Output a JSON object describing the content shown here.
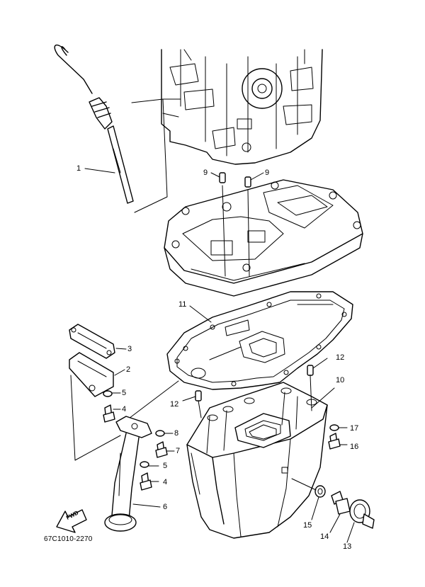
{
  "diagram": {
    "drawing_code": "67C1010-2270",
    "fwd_label": "FWD",
    "callouts": [
      {
        "id": "c1",
        "text": "1"
      },
      {
        "id": "c2",
        "text": "2"
      },
      {
        "id": "c3",
        "text": "3"
      },
      {
        "id": "c4a",
        "text": "4"
      },
      {
        "id": "c4b",
        "text": "4"
      },
      {
        "id": "c5a",
        "text": "5"
      },
      {
        "id": "c5b",
        "text": "5"
      },
      {
        "id": "c6",
        "text": "6"
      },
      {
        "id": "c7",
        "text": "7"
      },
      {
        "id": "c8",
        "text": "8"
      },
      {
        "id": "c9a",
        "text": "9"
      },
      {
        "id": "c9b",
        "text": "9"
      },
      {
        "id": "c10",
        "text": "10"
      },
      {
        "id": "c11",
        "text": "11"
      },
      {
        "id": "c12a",
        "text": "12"
      },
      {
        "id": "c12b",
        "text": "12"
      },
      {
        "id": "c13",
        "text": "13"
      },
      {
        "id": "c14",
        "text": "14"
      },
      {
        "id": "c15",
        "text": "15"
      },
      {
        "id": "c16",
        "text": "16"
      },
      {
        "id": "c17",
        "text": "17"
      }
    ]
  }
}
